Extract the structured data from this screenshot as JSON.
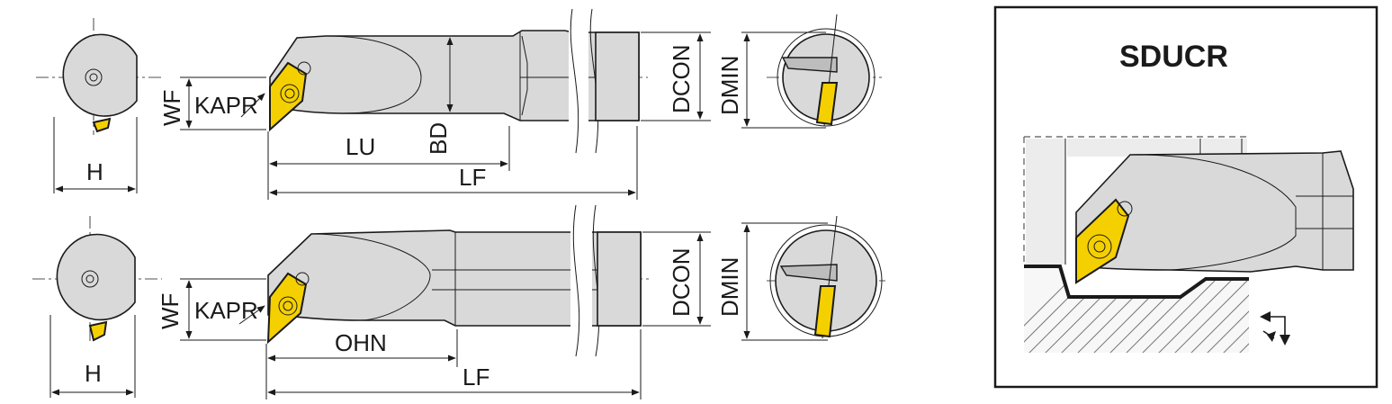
{
  "drawing": {
    "top_view": {
      "labels": {
        "wf": "WF",
        "kapr": "KAPR",
        "h": "H",
        "lu": "LU",
        "bd": "BD",
        "lf": "LF",
        "dcon": "DCON",
        "dmin": "DMIN"
      }
    },
    "bottom_view": {
      "labels": {
        "wf": "WF",
        "kapr": "KAPR",
        "h": "H",
        "ohn": "OHN",
        "lf": "LF",
        "dcon": "DCON",
        "dmin": "DMIN"
      }
    }
  },
  "designation_panel": {
    "title": "SDUCR"
  },
  "colors": {
    "insert": "#f5d000",
    "body": "#d9d9d9",
    "line": "#1a1a1a"
  }
}
